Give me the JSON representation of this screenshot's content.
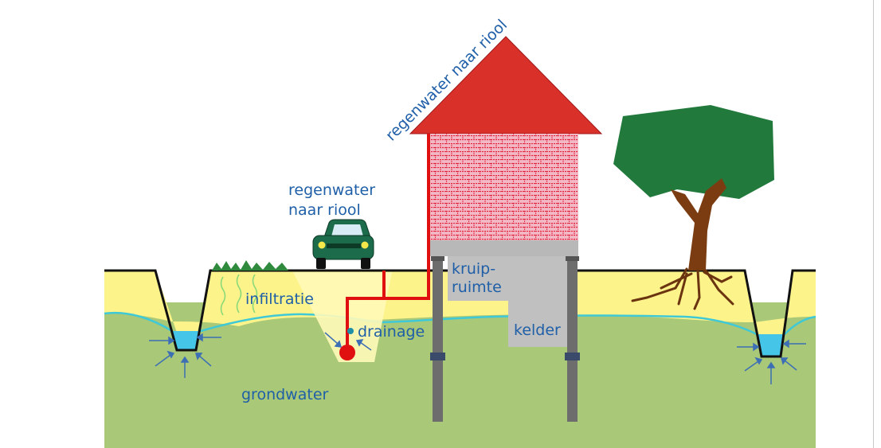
{
  "labels": {
    "roof_runoff": "regenwater naar riool",
    "road_runoff_line1": "regenwater",
    "road_runoff_line2": "naar riool",
    "infiltration": "infiltratie",
    "drainage": "drainage",
    "crawlspace_line1": "kruip-",
    "crawlspace_line2": "ruimte",
    "cellar": "kelder",
    "groundwater": "grondwater"
  },
  "colors": {
    "sky": "#ffffff",
    "soil_yellow": "#fcf38a",
    "groundwater_green": "#a9c878",
    "water_line": "#3fc9d6",
    "ditch_water": "#45c6e8",
    "roof": "#d9302a",
    "brick": "#f3b8c6",
    "brick_mortar": "#e2233c",
    "foundation": "#b8b8b8",
    "pile": "#6d6d6d",
    "sewer_pipe": "#e01010",
    "car": "#1c6b4a",
    "tree_crown": "#217a3c",
    "trunk": "#7a3c10",
    "text": "#1f5fa8"
  }
}
